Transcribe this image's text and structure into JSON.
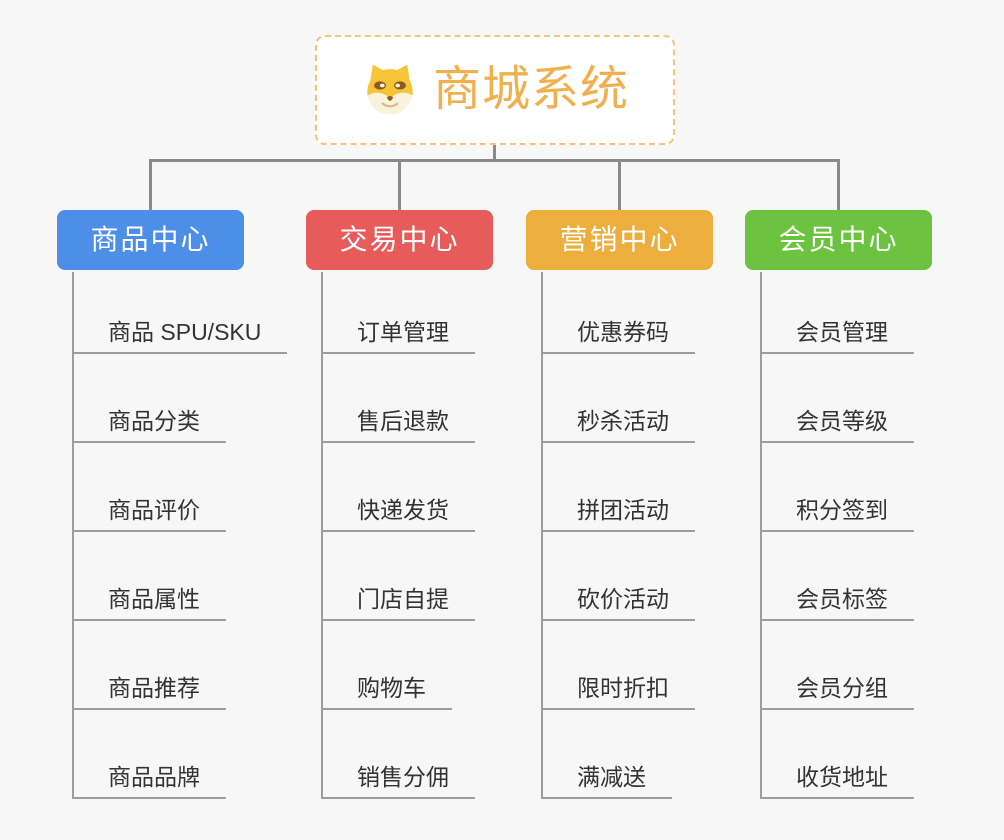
{
  "root": {
    "label": "商城系统",
    "icon": "dog-face-icon"
  },
  "branches": [
    {
      "label": "商品中心",
      "color": "#4C8EE8",
      "items": [
        "商品 SPU/SKU",
        "商品分类",
        "商品评价",
        "商品属性",
        "商品推荐",
        "商品品牌"
      ]
    },
    {
      "label": "交易中心",
      "color": "#E75B5B",
      "items": [
        "订单管理",
        "售后退款",
        "快递发货",
        "门店自提",
        "购物车",
        "销售分佣"
      ]
    },
    {
      "label": "营销中心",
      "color": "#EEAE3E",
      "items": [
        "优惠券码",
        "秒杀活动",
        "拼团活动",
        "砍价活动",
        "限时折扣",
        "满减送"
      ]
    },
    {
      "label": "会员中心",
      "color": "#6CC340",
      "items": [
        "会员管理",
        "会员等级",
        "积分签到",
        "会员标签",
        "会员分组",
        "收货地址"
      ]
    }
  ],
  "colors": {
    "background": "#F7F7F7",
    "connector": "#8A8A8A",
    "item_line": "#9C9C9C",
    "item_text": "#333333",
    "root_border": "#F6C473",
    "root_text": "#F0B04E",
    "branch_text": "#FFFFFF"
  }
}
